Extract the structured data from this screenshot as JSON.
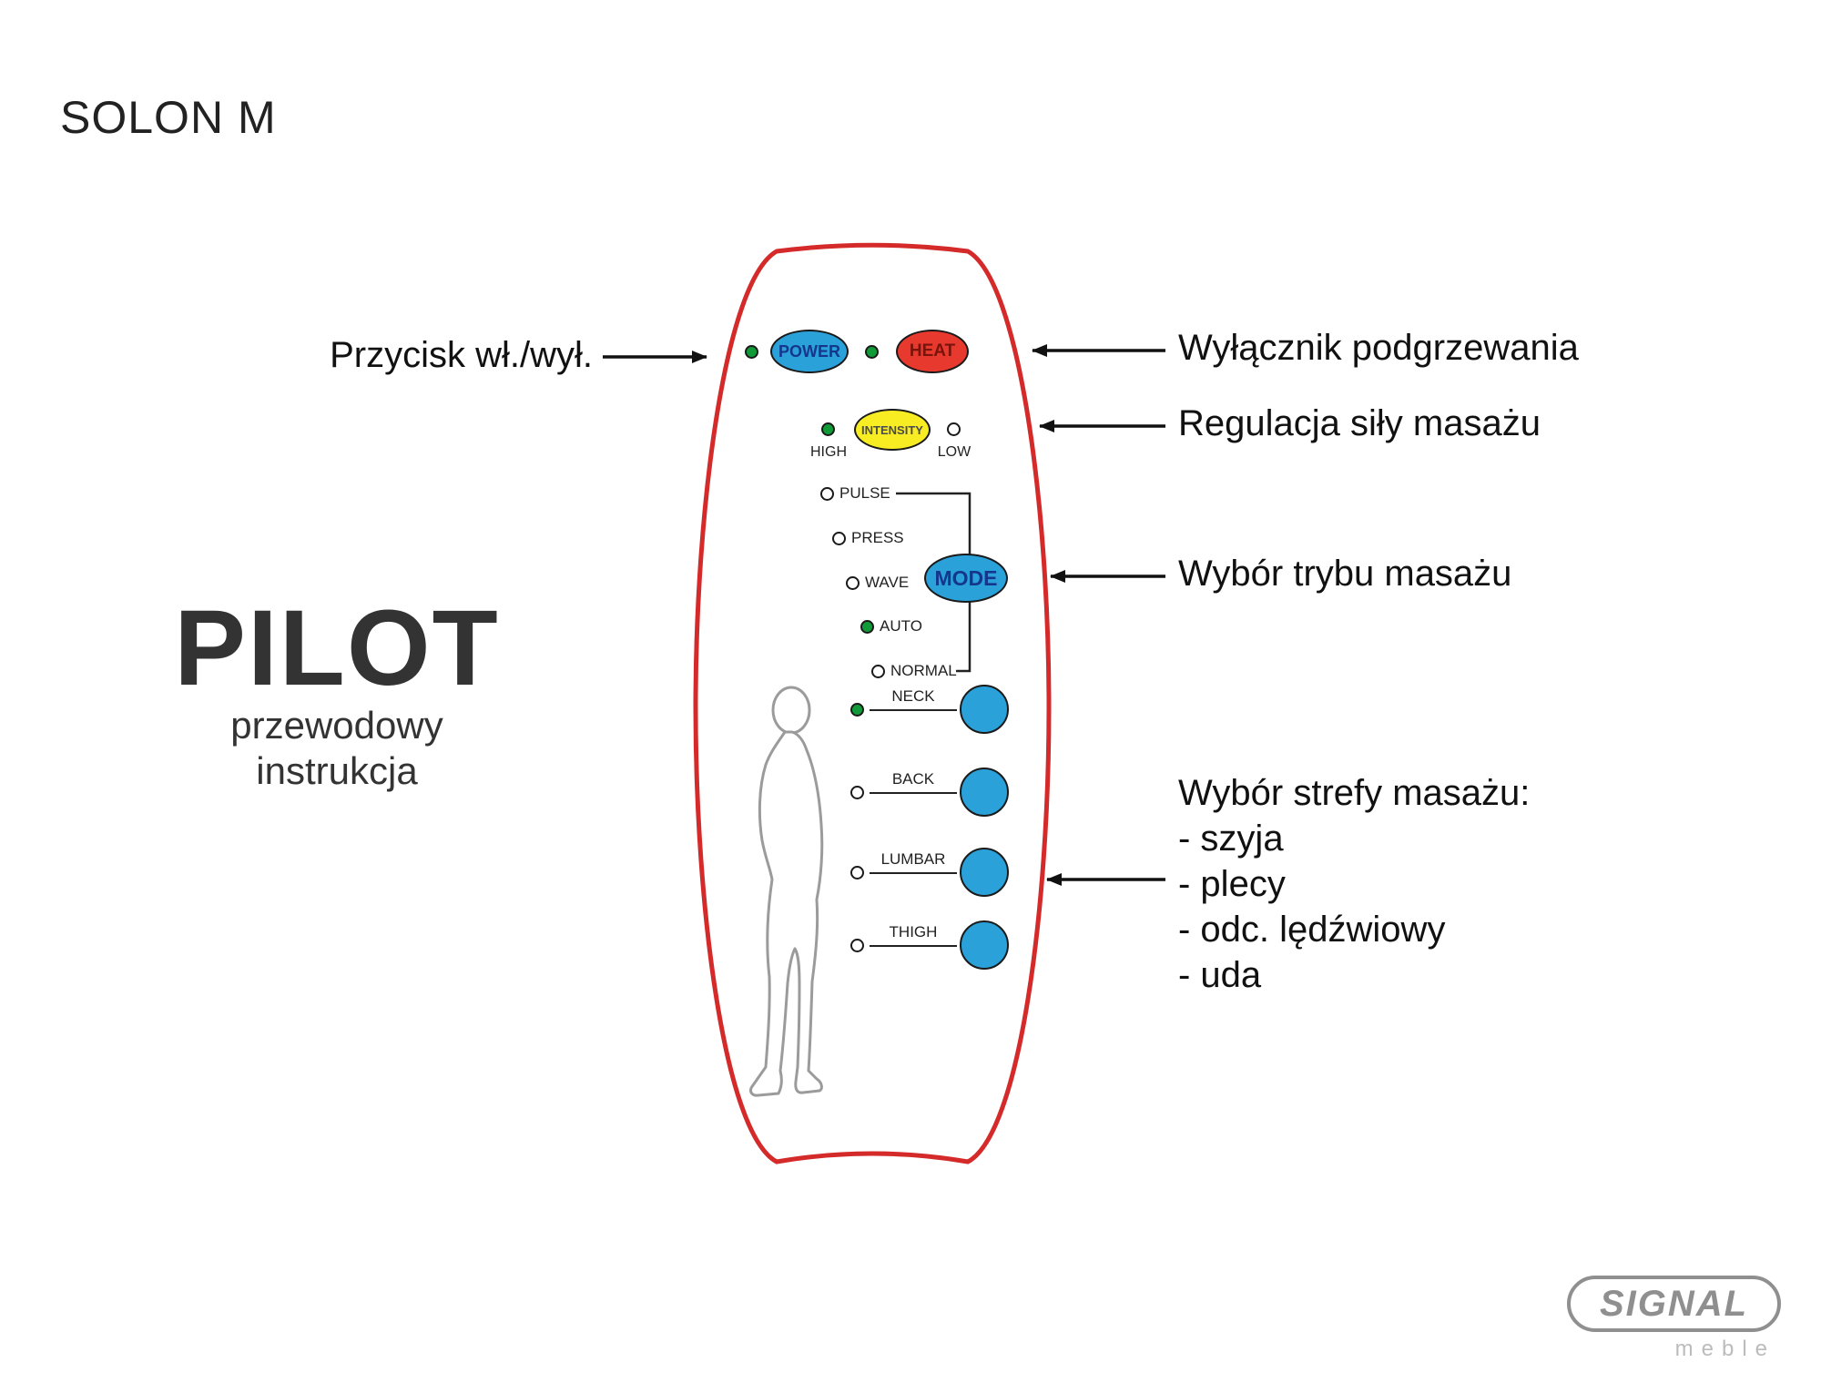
{
  "header": {
    "title": "SOLON M"
  },
  "left_panel": {
    "heading": "PILOT",
    "line1": "przewodowy",
    "line2": "instrukcja"
  },
  "remote": {
    "power_button": "POWER",
    "heat_button": "HEAT",
    "intensity_button": "INTENSITY",
    "intensity_high": "HIGH",
    "intensity_low": "LOW",
    "mode_button": "MODE",
    "mode_leds": [
      "PULSE",
      "PRESS",
      "WAVE",
      "AUTO",
      "NORMAL"
    ],
    "active_mode": "AUTO",
    "zone_leds": [
      "NECK",
      "BACK",
      "LUMBAR",
      "THIGH"
    ],
    "active_zone": "NECK",
    "colors": {
      "outline": "#d42a2a",
      "power_button": "#2ba1da",
      "heat_button": "#e8392e",
      "intensity_button": "#f8ec23",
      "mode_button": "#2ba1da",
      "zone_button": "#2ba1da",
      "led_on": "#119b38"
    }
  },
  "annotations": {
    "power": "Przycisk wł./wył.",
    "heat": "Wyłącznik podgrzewania",
    "intensity": "Regulacja siły masażu",
    "mode": "Wybór trybu masażu",
    "zone_title": "Wybór strefy masażu:",
    "zone_items": [
      "- szyja",
      "- plecy",
      "- odc. lędźwiowy",
      "- uda"
    ]
  },
  "logo": {
    "brand": "SIGNAL",
    "tagline": "meble"
  }
}
